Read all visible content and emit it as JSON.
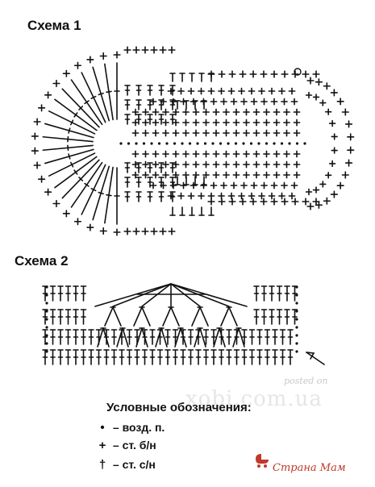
{
  "scheme1": {
    "title": "Схема 1"
  },
  "scheme2": {
    "title": "Схема 2"
  },
  "legend": {
    "title": "Условные обозначения:",
    "items": [
      {
        "symbol": "•",
        "icon": "chain-stitch-dot-icon",
        "text": "– возд. п."
      },
      {
        "symbol": "+",
        "icon": "single-crochet-plus-icon",
        "text": "– ст. б/н"
      },
      {
        "symbol": "†",
        "icon": "double-crochet-t-icon",
        "text": "– ст. с/н"
      }
    ]
  },
  "watermark": {
    "posted": "posted on",
    "site": "xobi.com.ua"
  },
  "brand": {
    "name": "Страна Мам",
    "icon": "stroller-icon",
    "color": "#c0392b"
  }
}
